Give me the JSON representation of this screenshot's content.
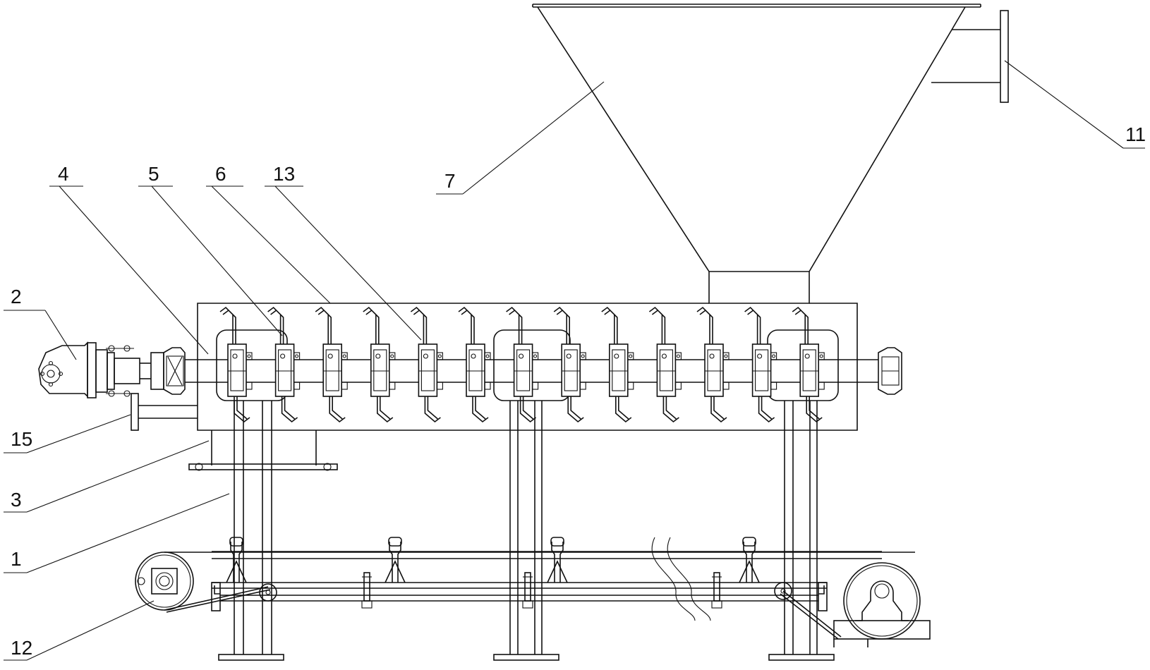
{
  "callouts": [
    {
      "id": "c2",
      "text": "2"
    },
    {
      "id": "c4",
      "text": "4"
    },
    {
      "id": "c5",
      "text": "5"
    },
    {
      "id": "c6",
      "text": "6"
    },
    {
      "id": "c13",
      "text": "13"
    },
    {
      "id": "c7",
      "text": "7"
    },
    {
      "id": "c11",
      "text": "11"
    },
    {
      "id": "c15",
      "text": "15"
    },
    {
      "id": "c3",
      "text": "3"
    },
    {
      "id": "c1",
      "text": "1"
    },
    {
      "id": "c12",
      "text": "12"
    }
  ],
  "paddle_count": 13,
  "roller_count": 4
}
